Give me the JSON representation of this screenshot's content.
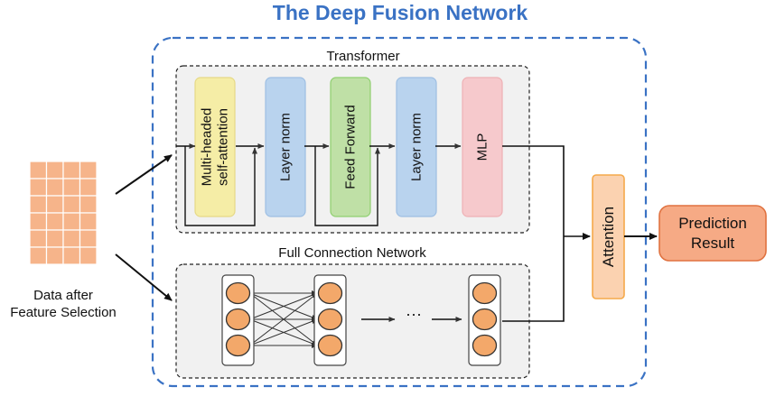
{
  "title": "The Deep Fusion Network",
  "input_label_line1": "Data after",
  "input_label_line2": "Feature Selection",
  "transformer": {
    "title": "Transformer",
    "blocks": [
      {
        "label_line1": "Multi-headed",
        "label_line2": "self-attention",
        "fill": "#f5eda6",
        "stroke": "#e6d987"
      },
      {
        "label_line1": "Layer norm",
        "label_line2": "",
        "fill": "#b9d3ee",
        "stroke": "#9ebfe3"
      },
      {
        "label_line1": "Feed Forward",
        "label_line2": "",
        "fill": "#bfe0a6",
        "stroke": "#8fcf6f"
      },
      {
        "label_line1": "Layer norm",
        "label_line2": "",
        "fill": "#b9d3ee",
        "stroke": "#9ebfe3"
      },
      {
        "label_line1": "MLP",
        "label_line2": "",
        "fill": "#f6c9cc",
        "stroke": "#eeb1b5"
      }
    ]
  },
  "fcn": {
    "title": "Full Connection Network",
    "ellipsis": "···"
  },
  "attention_label": "Attention",
  "output_label_line1": "Prediction",
  "output_label_line2": "Result",
  "colors": {
    "title": "#3a72c4",
    "outer_dash": "#3a72c4",
    "panel_fill": "#f1f1f1",
    "grid_fill": "#f6b48a",
    "attention_fill": "#fbd2b0",
    "attention_stroke": "#f5a94a",
    "output_fill": "#f6aa85",
    "output_stroke": "#e07240",
    "node_fill": "#f3a86a",
    "node_stroke": "#333333"
  }
}
